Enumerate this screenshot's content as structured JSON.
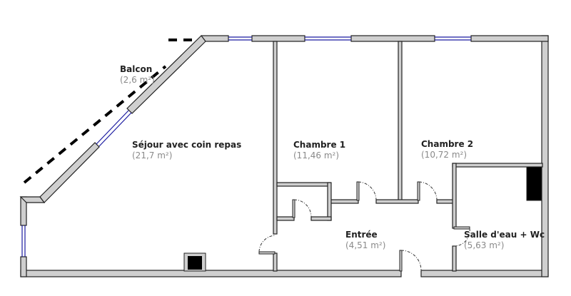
{
  "rooms": [
    {
      "name": "Balcon",
      "area": "(2,6 m²)"
    },
    {
      "name": "Séjour avec coin repas",
      "area": "(21,7 m²)"
    },
    {
      "name": "Chambre 1",
      "area": "(11,46 m²)"
    },
    {
      "name": "Chambre 2",
      "area": "(10,72 m²)"
    },
    {
      "name": "Entrée",
      "area": "(4,51 m²)"
    },
    {
      "name": "Salle d'eau + Wc",
      "area": "(5,63 m²)"
    }
  ],
  "colors": {
    "wall": "#cfcfcf",
    "wall_outline": "#222222",
    "window": "#1a1aa0",
    "fixture": "#000000"
  }
}
